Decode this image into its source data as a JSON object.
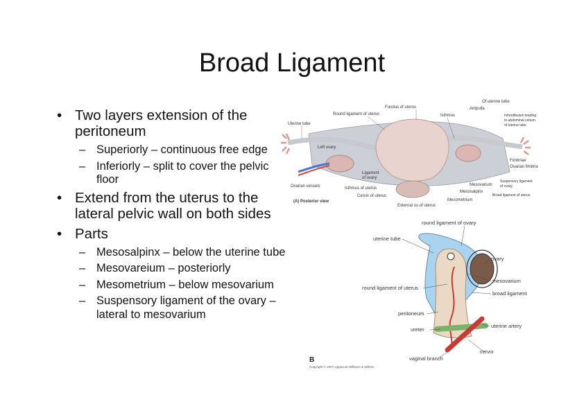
{
  "slide": {
    "title": "Broad Ligament",
    "bullets": [
      {
        "text": "Two layers extension of the peritoneum",
        "sub": [
          "Superiorly – continuous free edge",
          "Inferiorly – split to cover the pelvic floor"
        ]
      },
      {
        "text": "Extend from the uterus to the lateral pelvic wall on both sides",
        "sub": []
      },
      {
        "text": "Parts",
        "sub": [
          "Mesosalpinx – below the uterine tube",
          "Mesovareium – posteriorly",
          "Mesometrium – below mesovarium",
          "Suspensory ligament of the ovary – lateral to mesovarium"
        ]
      }
    ],
    "bullet_symbol": "•",
    "dash_symbol": "–"
  },
  "figure_a": {
    "labels": {
      "of_uterine_tube": "Of uterine tube",
      "fundus": "Fundus of uterus",
      "round_ligament": "Round ligament of uterus",
      "ampulla": "Ampulla",
      "isthmus": "Isthmus",
      "infundibulum": "Infundibulum leading to abdominal ostium of uterine tube",
      "uterine_tube": "Uterine tube",
      "left_ovary": "Left ovary",
      "fimbriae": "Fimbriae",
      "ovarian_fimbria": "Ovarian fimbria",
      "ligament_of_ovary": "Ligament of ovary",
      "ovarian_vessels": "Ovarian vessels",
      "isthmus_of_uterus": "Isthmus of uterus",
      "mesovarium": "Mesovarium",
      "suspensory": "Suspensory ligament of ovary",
      "mesosalpinx": "Mesosalpinx",
      "cervix": "Cervix of uterus",
      "broad_ligament": "Broad ligament of uterus",
      "mesometrium": "Mesometrium",
      "posterior_view": "(A) Posterior view",
      "external_os": "External os of uterus"
    }
  },
  "figure_b": {
    "labels": {
      "round_ligament_ovary": "round ligament of ovary",
      "uterine_tube": "uterine tube",
      "ovary": "ovary",
      "mesovarium": "mesovarium",
      "round_ligament_uterus": "round ligament of uterus",
      "broad_ligament": "broad ligament",
      "peritoneum": "peritoneum",
      "ureter": "ureter",
      "uterine_artery": "uterine artery",
      "cervix": "cervix",
      "vaginal_branch": "vaginal branch",
      "panel_letter": "B",
      "copyright": "Copyright © 2007 Lippincott Williams & Wilkins"
    }
  },
  "colors": {
    "tube_blue": "#a9d3ee",
    "uterus": "#e6d3c8",
    "artery": "#c73a35",
    "ureter": "#7cb36a",
    "ovary": "#7a5a48"
  }
}
